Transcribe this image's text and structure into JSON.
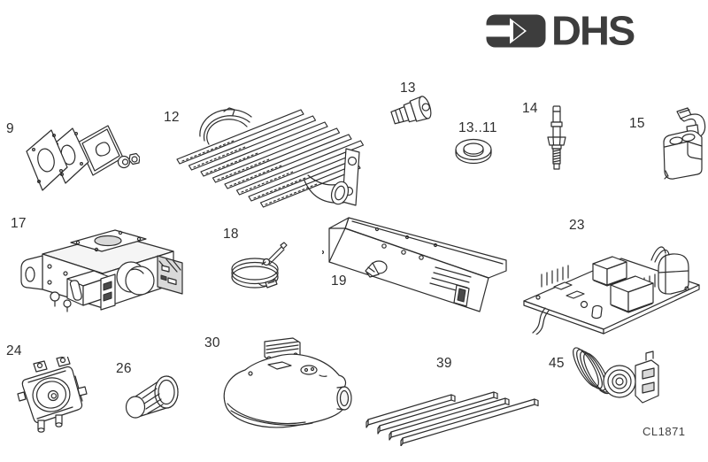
{
  "page": {
    "background": "#ffffff",
    "line_color": "#2d2d2d"
  },
  "logo": {
    "text": "DHS",
    "color": "#3d3d3d",
    "icon": "arrow-right-in-rounded-rect-icon"
  },
  "drawing_ref": "CL1871",
  "parts": [
    {
      "label": "9",
      "name": "gasket-plate-set"
    },
    {
      "label": "12",
      "name": "burner-bar-assembly"
    },
    {
      "label": "13",
      "name": "injector"
    },
    {
      "label": "13..11",
      "name": "sealing-washer"
    },
    {
      "label": "14",
      "name": "electrode"
    },
    {
      "label": "15",
      "name": "sensor-block-with-clip"
    },
    {
      "label": "17",
      "name": "gas-valve"
    },
    {
      "label": "18",
      "name": "thermocouple"
    },
    {
      "label": "19",
      "name": "control-panel-bracket"
    },
    {
      "label": "23",
      "name": "control-pcb"
    },
    {
      "label": "24",
      "name": "pressure-switch"
    },
    {
      "label": "26",
      "name": "control-knob"
    },
    {
      "label": "30",
      "name": "fan-assembly"
    },
    {
      "label": "39",
      "name": "seal-strips"
    },
    {
      "label": "45",
      "name": "sensor-with-coiled-lead"
    }
  ]
}
